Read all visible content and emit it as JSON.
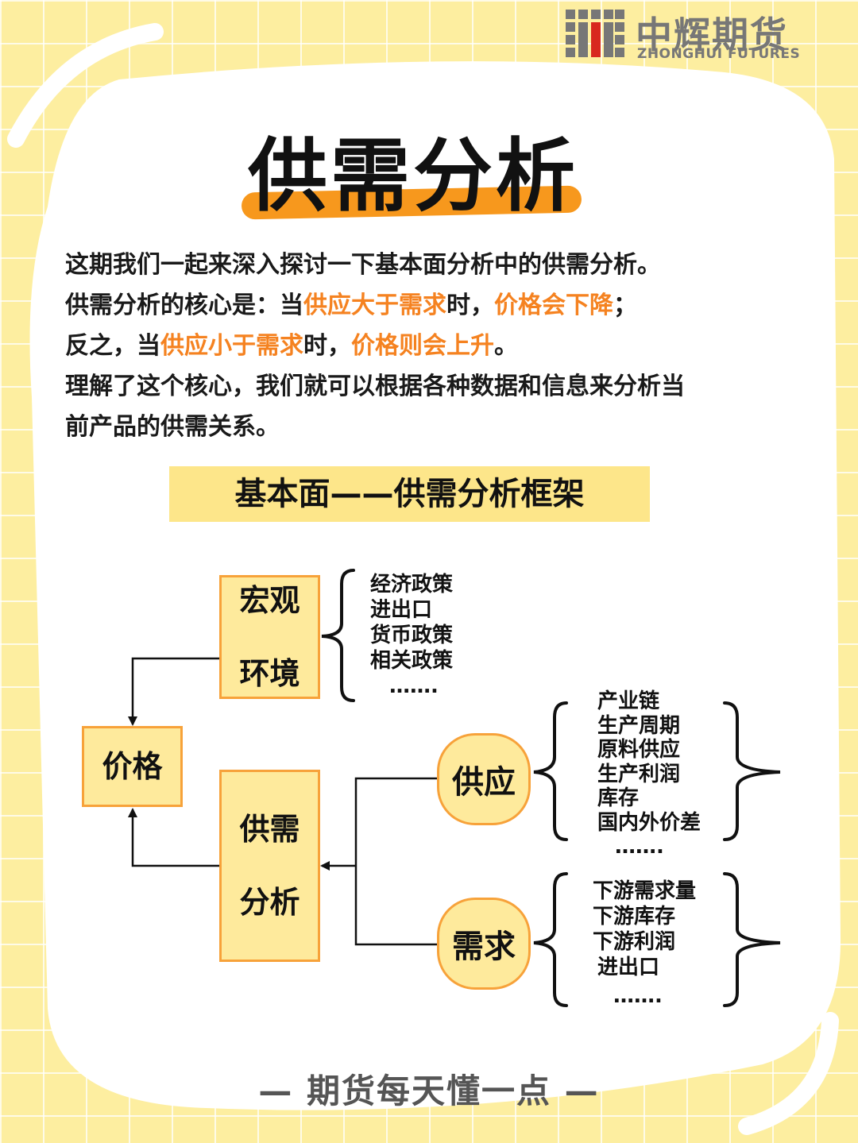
{
  "brand": {
    "name_cn": "中辉期货",
    "name_en": "ZHONGHUI FUTURES"
  },
  "title": "供需分析",
  "intro": {
    "line1": "这期我们一起来深入探讨一下基本面分析中的供需分析。",
    "line2_a": "供需分析的核心是：当",
    "line2_b": "供应大于需求",
    "line2_c": "时，",
    "line2_d": "价格会下降",
    "line2_e": "；",
    "line3_a": "反之，当",
    "line3_b": "供应小于需求",
    "line3_c": "时，",
    "line3_d": "价格则会上升",
    "line3_e": "。",
    "line4": "理解了这个核心，我们就可以根据各种数据和信息来分析当",
    "line5": "前产品的供需关系。"
  },
  "framework_title": "基本面——供需分析框架",
  "diagram": {
    "macro": {
      "line1": "宏观",
      "line2": "环境",
      "items": [
        "经济政策",
        "进出口",
        "货币政策",
        "相关政策",
        "……."
      ]
    },
    "price": "价格",
    "sd": {
      "line1": "供需",
      "line2": "分析"
    },
    "supply": {
      "label": "供应",
      "items": [
        "产业链",
        "生产周期",
        "原料供应",
        "生产利润",
        "库存",
        "国内外价差",
        "……."
      ]
    },
    "demand": {
      "label": "需求",
      "items": [
        "下游需求量",
        "下游库存",
        "下游利润",
        "进出口",
        "……."
      ]
    }
  },
  "footer": "— 期货每天懂一点 —",
  "colors": {
    "background": "#fdeea0",
    "accent": "#f58220",
    "box_fill": "#feea9c",
    "box_border": "#f7a23a"
  }
}
